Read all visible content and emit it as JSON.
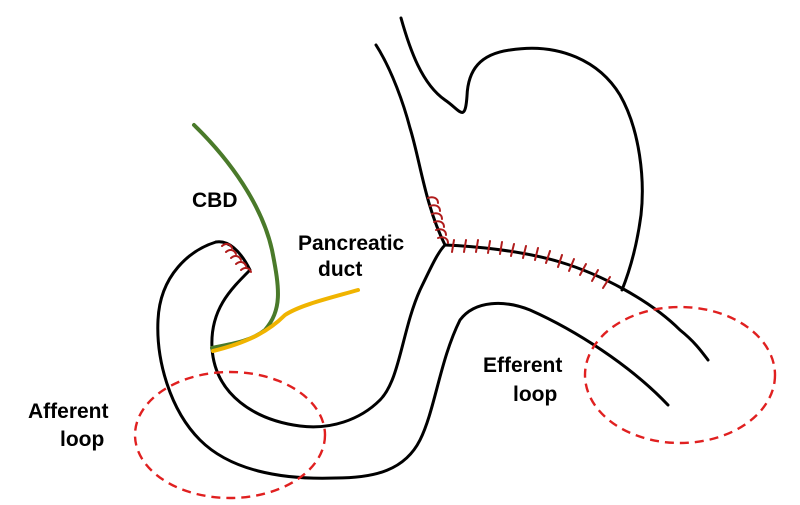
{
  "labels": {
    "cbd": "CBD",
    "pancreatic_duct_line1": "Pancreatic",
    "pancreatic_duct_line2": "duct",
    "afferent_line1": "Afferent",
    "afferent_line2": "loop",
    "efferent_line1": "Efferent",
    "efferent_line2": "loop"
  },
  "colors": {
    "outline": "#000000",
    "cbd": "#4a7a2a",
    "pancreatic_duct": "#f0b400",
    "suture": "#b01c1c",
    "loop_marker": "#e02020"
  }
}
